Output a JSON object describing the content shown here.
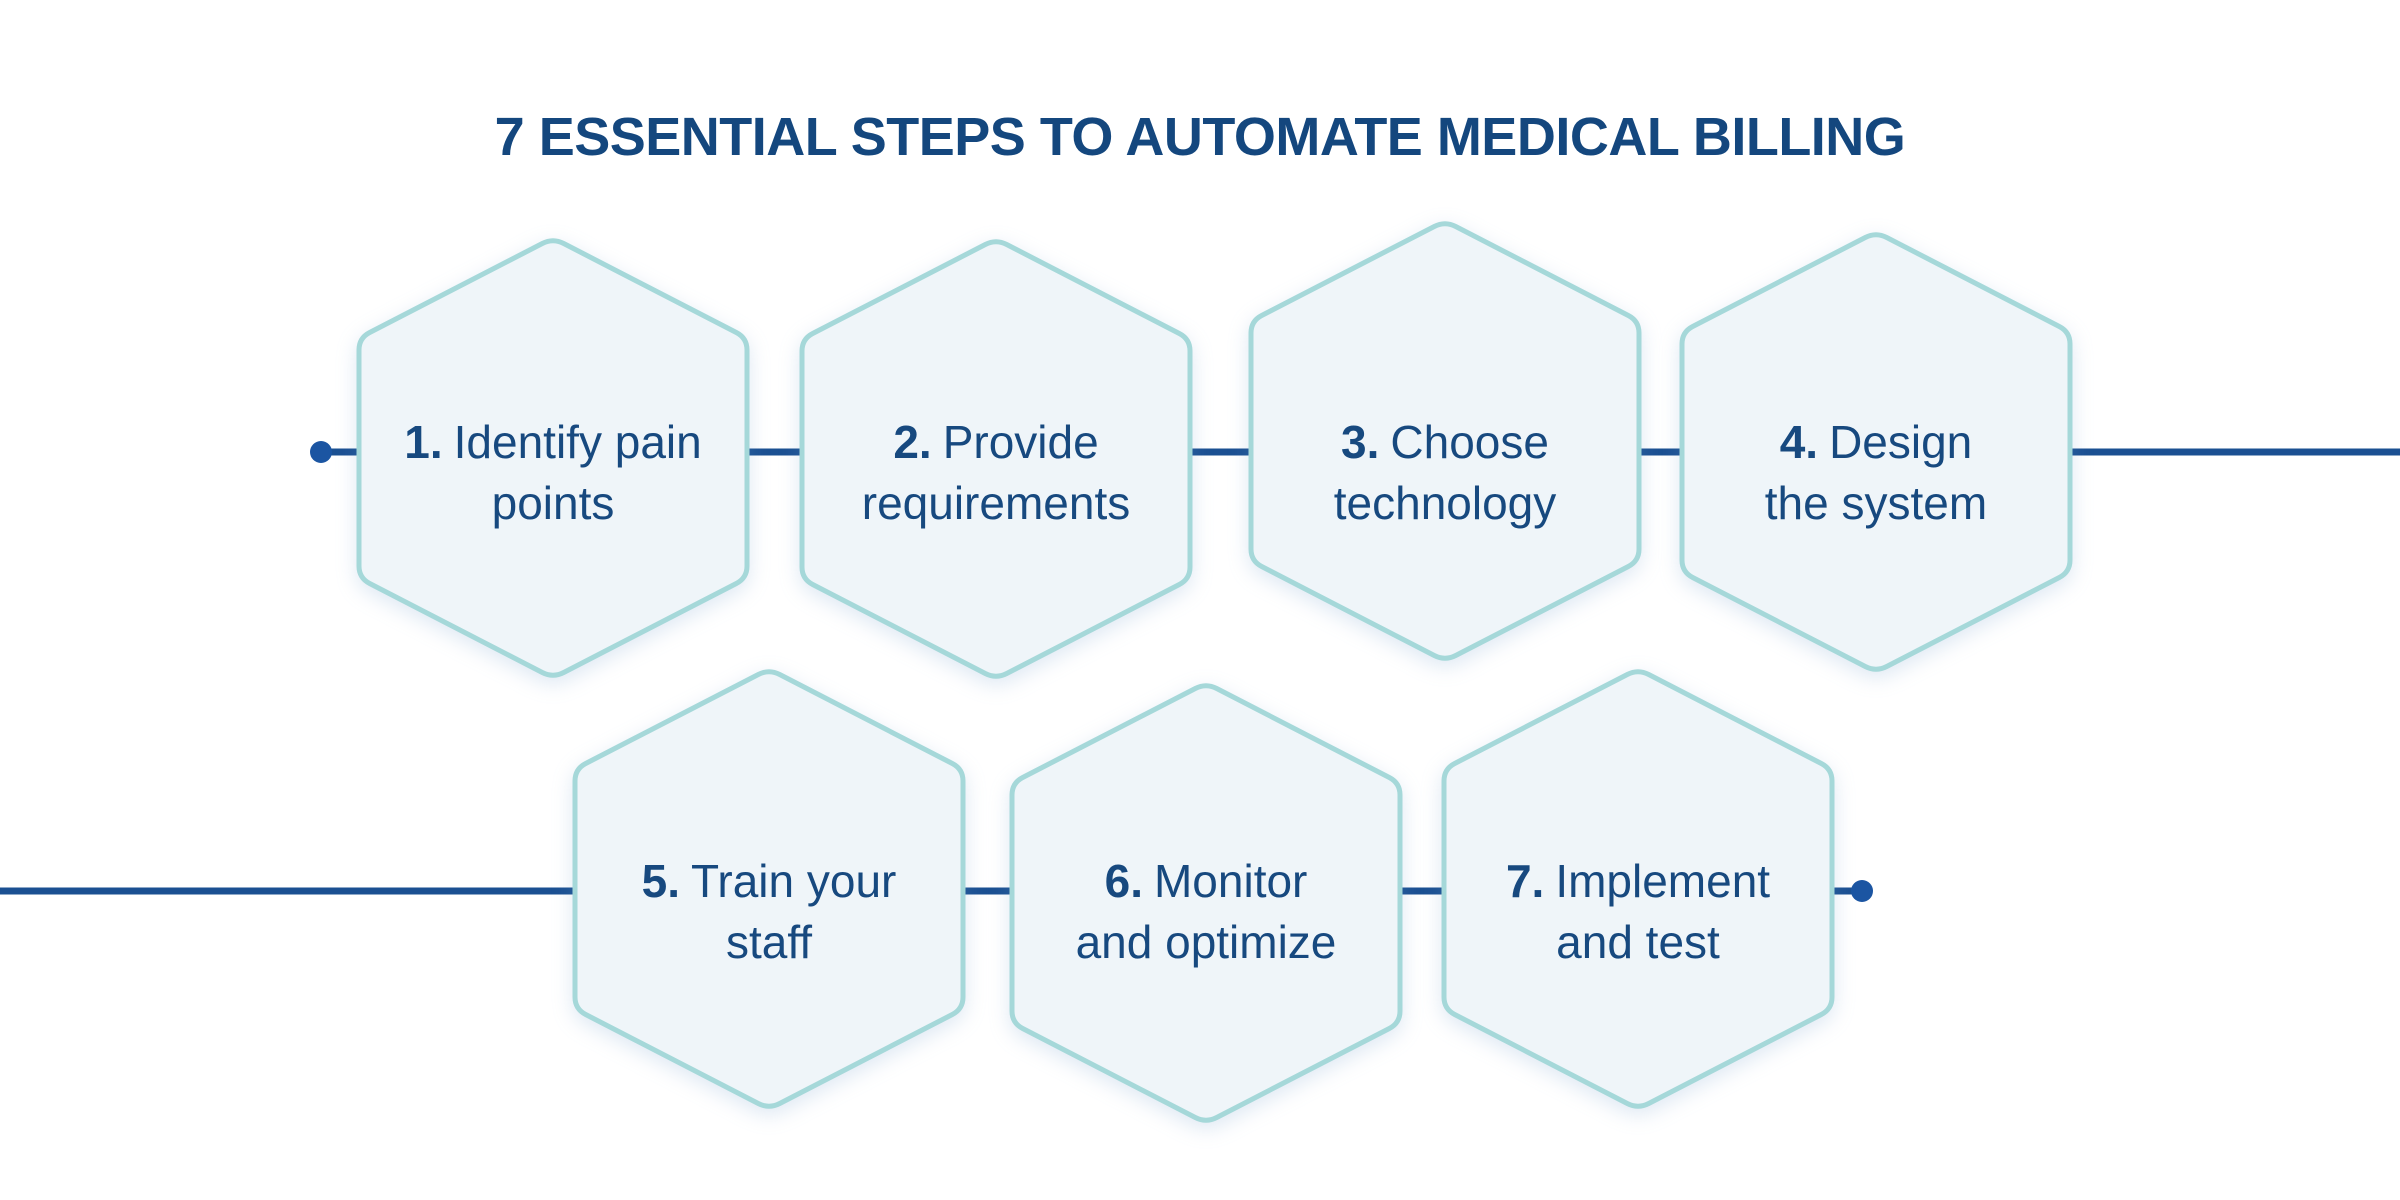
{
  "title": "7 ESSENTIAL STEPS TO AUTOMATE MEDICAL BILLING",
  "steps": [
    {
      "num": "1.",
      "line1": "Identify pain",
      "line2": "points"
    },
    {
      "num": "2.",
      "line1": "Provide",
      "line2": "requirements"
    },
    {
      "num": "3.",
      "line1": "Choose",
      "line2": "technology"
    },
    {
      "num": "4.",
      "line1": "Design",
      "line2": "the system"
    },
    {
      "num": "5.",
      "line1": "Train your",
      "line2": "staff"
    },
    {
      "num": "6.",
      "line1": "Monitor",
      "line2": "and optimize"
    },
    {
      "num": "7.",
      "line1": "Implement",
      "line2": "and test"
    }
  ],
  "colors": {
    "title_color": "#14477e",
    "step_text": "#17497f",
    "line": "#1b5092",
    "dot": "#1b55a2",
    "hex_border": "#a5d8d9",
    "hex_fill": "#eff5f9",
    "background": "#ffffff"
  }
}
